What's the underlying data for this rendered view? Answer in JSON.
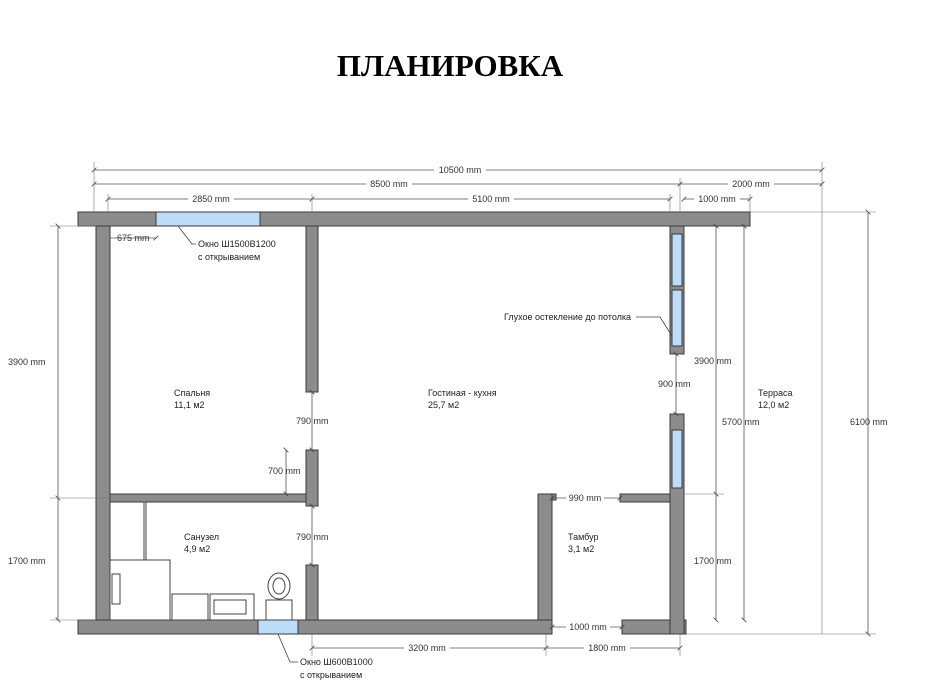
{
  "title": "ПЛАНИРОВКА",
  "dimensions": {
    "total_width": "10500 mm",
    "main_width": "8500 mm",
    "terrace_width": "2000 mm",
    "bedroom_width": "2850 mm",
    "living_width": "5100 mm",
    "tambur_top_width": "1000 mm",
    "window_offset": "675 mm",
    "left_upper_height": "3900 mm",
    "left_lower_height": "1700 mm",
    "door_upper": "790 mm",
    "wall_gap": "700 mm",
    "door_lower": "790 mm",
    "right_window_gap": "900 mm",
    "right_upper_height": "3900 mm",
    "right_lower_height": "1700 mm",
    "terrace_inner_height": "5700 mm",
    "total_height": "6100 mm",
    "tambur_door": "990 mm",
    "bottom_door": "1000 mm",
    "bottom_left_width": "3200 mm",
    "bottom_right_width": "1800 mm"
  },
  "rooms": {
    "bedroom": {
      "name": "Спальня",
      "area": "11,1 м2"
    },
    "living": {
      "name": "Гостиная - кухня",
      "area": "25,7 м2"
    },
    "bathroom": {
      "name": "Санузел",
      "area": "4,9 м2"
    },
    "tambur": {
      "name": "Тамбур",
      "area": "3,1 м2"
    },
    "terrace": {
      "name": "Терраса",
      "area": "12,0 м2"
    }
  },
  "notes": {
    "top_window_line1": "Окно Ш1500В1200",
    "top_window_line2": "с открыванием",
    "glazing": "Глухое остекление до потолка",
    "bottom_window_line1": "Окно Ш600В1000",
    "bottom_window_line2": "с открыванием"
  },
  "colors": {
    "wall": "#8c8c8c",
    "window": "#bcdcf8"
  }
}
